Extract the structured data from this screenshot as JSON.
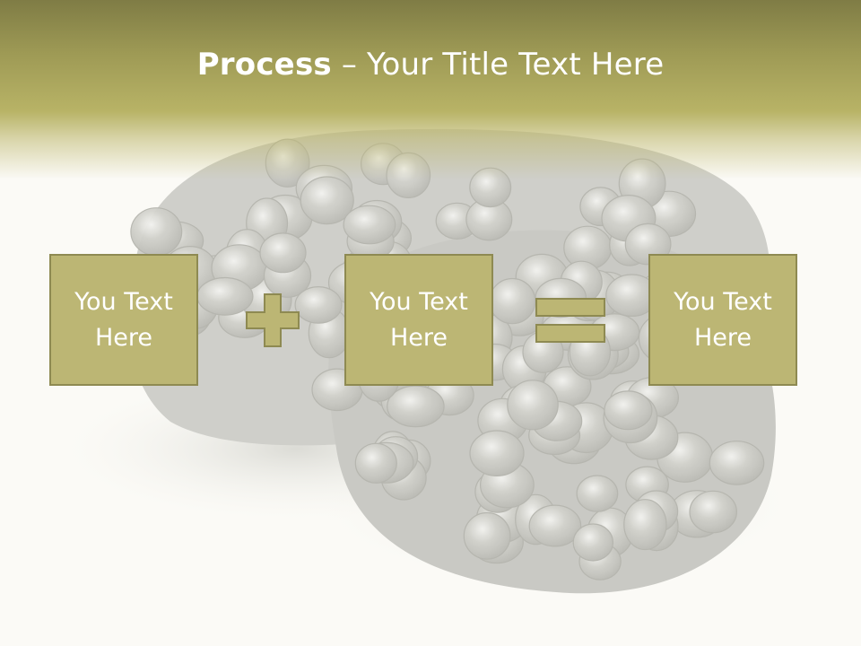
{
  "title": {
    "strong": "Process",
    "rest": " – Your Title Text Here"
  },
  "boxes": [
    {
      "text": "You Text Here"
    },
    {
      "text": "You Text Here"
    },
    {
      "text": "You Text Here"
    }
  ],
  "operators": [
    "plus-icon",
    "equals-icon"
  ],
  "colors": {
    "banner": "#b8b366",
    "box_fill": "#bcb674",
    "box_border": "#8e8a52",
    "text": "#ffffff",
    "background": "#fbfaf6"
  }
}
